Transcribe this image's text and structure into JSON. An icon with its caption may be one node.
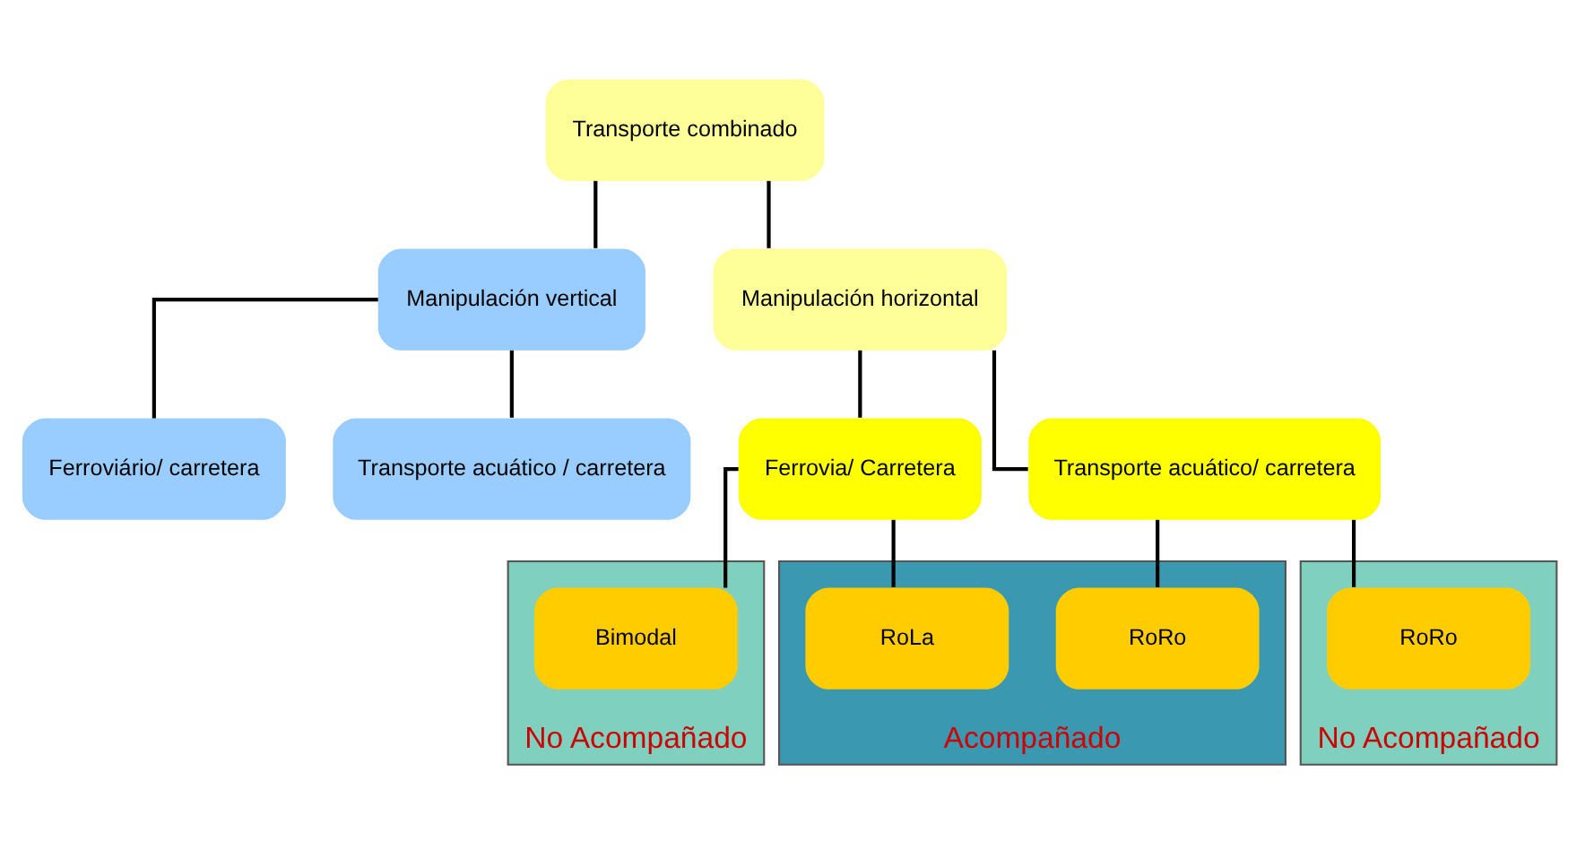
{
  "diagram": {
    "nodes": [
      {
        "text": [
          "Transporte combinado"
        ]
      },
      {
        "text": [
          "Manipulación vertical"
        ]
      },
      {
        "text": [
          "Manipulación horizontal"
        ]
      },
      {
        "text": [
          "Ferroviário/ carretera"
        ]
      },
      {
        "text": [
          "Transporte acuático / carretera"
        ]
      },
      {
        "text": [
          "Ferrovia/ Carretera"
        ]
      },
      {
        "text": [
          "Transporte acuático/ carretera"
        ]
      },
      {
        "text": [
          "No Acompañado"
        ]
      },
      {
        "text": [
          "Bimodal"
        ],
        "in": 7
      },
      {
        "text": [
          "Acompañado"
        ]
      },
      {
        "text": [
          "RoLa"
        ],
        "in": 9
      },
      {
        "text": [
          "RoRo"
        ],
        "in": 9
      },
      {
        "text": [
          "No Acompañado"
        ]
      },
      {
        "text": [
          "RoRo"
        ],
        "in": 12
      }
    ],
    "edges": [
      {
        "from": 0,
        "to": 1,
        "arrow": "none"
      },
      {
        "from": 0,
        "to": 2,
        "arrow": "none"
      },
      {
        "from": 1,
        "to": 3,
        "arrow": "none"
      },
      {
        "from": 1,
        "to": 4,
        "arrow": "none"
      },
      {
        "from": 2,
        "to": 5,
        "arrow": "none"
      },
      {
        "from": 2,
        "to": 6,
        "arrow": "none"
      },
      {
        "from": 5,
        "to": 8,
        "arrow": "none"
      },
      {
        "from": 5,
        "to": 10,
        "arrow": "none"
      },
      {
        "from": 6,
        "to": 11,
        "arrow": "none"
      },
      {
        "from": 6,
        "to": 13,
        "arrow": "none"
      }
    ]
  }
}
